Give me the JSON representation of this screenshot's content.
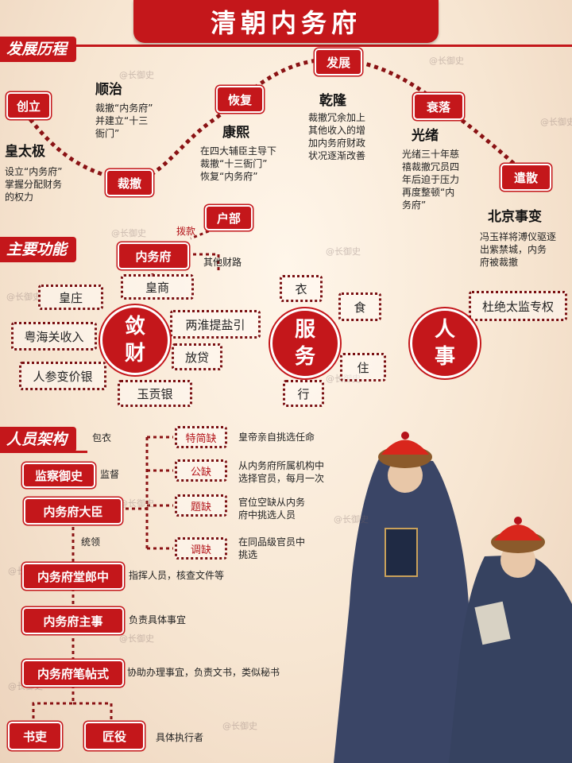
{
  "title": "清朝内务府",
  "history": {
    "heading": "发展历程",
    "stages": {
      "create": "创立",
      "cut": "裁撤",
      "restore": "恢复",
      "develop": "发展",
      "decline": "衰落",
      "abolish": "遣散"
    },
    "rulers": [
      {
        "name": "皇太极",
        "desc": [
          "设立“内务府”",
          "掌握分配财务",
          "的权力"
        ]
      },
      {
        "name": "顺治",
        "desc": [
          "裁撤“内务府”",
          "并建立“十三",
          "衙门”"
        ]
      },
      {
        "name": "康熙",
        "desc": [
          "在四大辅臣主导下",
          "裁撤“十三衙门”",
          "恢复“内务府”"
        ]
      },
      {
        "name": "乾隆",
        "desc": [
          "裁撤冗余加上",
          "其他收入的增",
          "加内务府财政",
          "状况逐渐改善"
        ]
      },
      {
        "name": "光绪",
        "desc": [
          "光绪三十年慈",
          "禧裁撤冗员四",
          "年后迫于压力",
          "再度整顿“内",
          "务府”"
        ]
      },
      {
        "name": "北京事变",
        "desc": [
          "冯玉祥将溥仪驱逐",
          "出紫禁城，内务",
          "府被裁撤"
        ]
      }
    ]
  },
  "functions": {
    "heading": "主要功能",
    "hubu": "户部",
    "neiwufu": "内务府",
    "appropriation": "拨款",
    "other_finance": "其他财路",
    "finance": {
      "circle": [
        "敛",
        "财"
      ],
      "items": [
        "皇庄",
        "皇商",
        "粤海关收入",
        "两淮提盐引",
        "人参变价银",
        "放贷",
        "玉贡银"
      ]
    },
    "service": {
      "circle": [
        "服",
        "务"
      ],
      "items": [
        "衣",
        "食",
        "住",
        "行"
      ]
    },
    "personnel": {
      "circle": [
        "人",
        "事"
      ],
      "items": [
        "杜绝太监专权"
      ]
    }
  },
  "staff": {
    "heading": "人员架构",
    "baoyi": "包衣",
    "supervisor": {
      "label": "监察御史",
      "note": "监督"
    },
    "minister": "内务府大臣",
    "lead": "统领",
    "selection": [
      {
        "label": "特简缺",
        "desc": [
          "皇帝亲自挑选任命"
        ]
      },
      {
        "label": "公缺",
        "desc": [
          "从内务府所属机构中",
          "选择官员，每月一次"
        ]
      },
      {
        "label": "题缺",
        "desc": [
          "官位空缺从内务",
          "府中挑选人员"
        ]
      },
      {
        "label": "调缺",
        "desc": [
          "在同品级官员中",
          "挑选"
        ]
      }
    ],
    "hierarchy": [
      {
        "label": "内务府堂郎中",
        "note": "指挥人员，核查文件等"
      },
      {
        "label": "内务府主事",
        "note": "负责具体事宜"
      },
      {
        "label": "内务府笔帖式",
        "note": "协助办理事宜，负责文书，类似秘书"
      }
    ],
    "bottom": [
      "书吏",
      "匠役"
    ],
    "bottom_note": "具体执行者"
  },
  "watermark": "@长御史",
  "colors": {
    "accent": "#c4171b",
    "dark_red": "#7a1012"
  }
}
